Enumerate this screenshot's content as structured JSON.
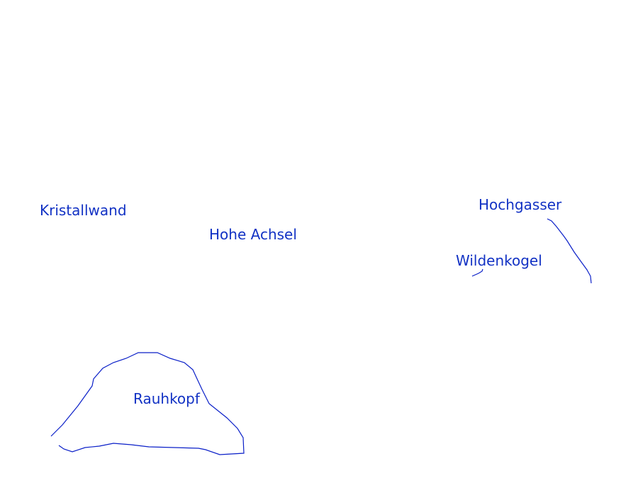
{
  "colors": {
    "label": "#1232c4",
    "line": "#0a1fc8",
    "background": "#ffffff"
  },
  "labels": {
    "kristallwand": "Kristallwand",
    "hohe_achsel": "Hohe Achsel",
    "hochgasser": "Hochgasser",
    "wildenkogel": "Wildenkogel",
    "rauhkopf": "Rauhkopf"
  }
}
